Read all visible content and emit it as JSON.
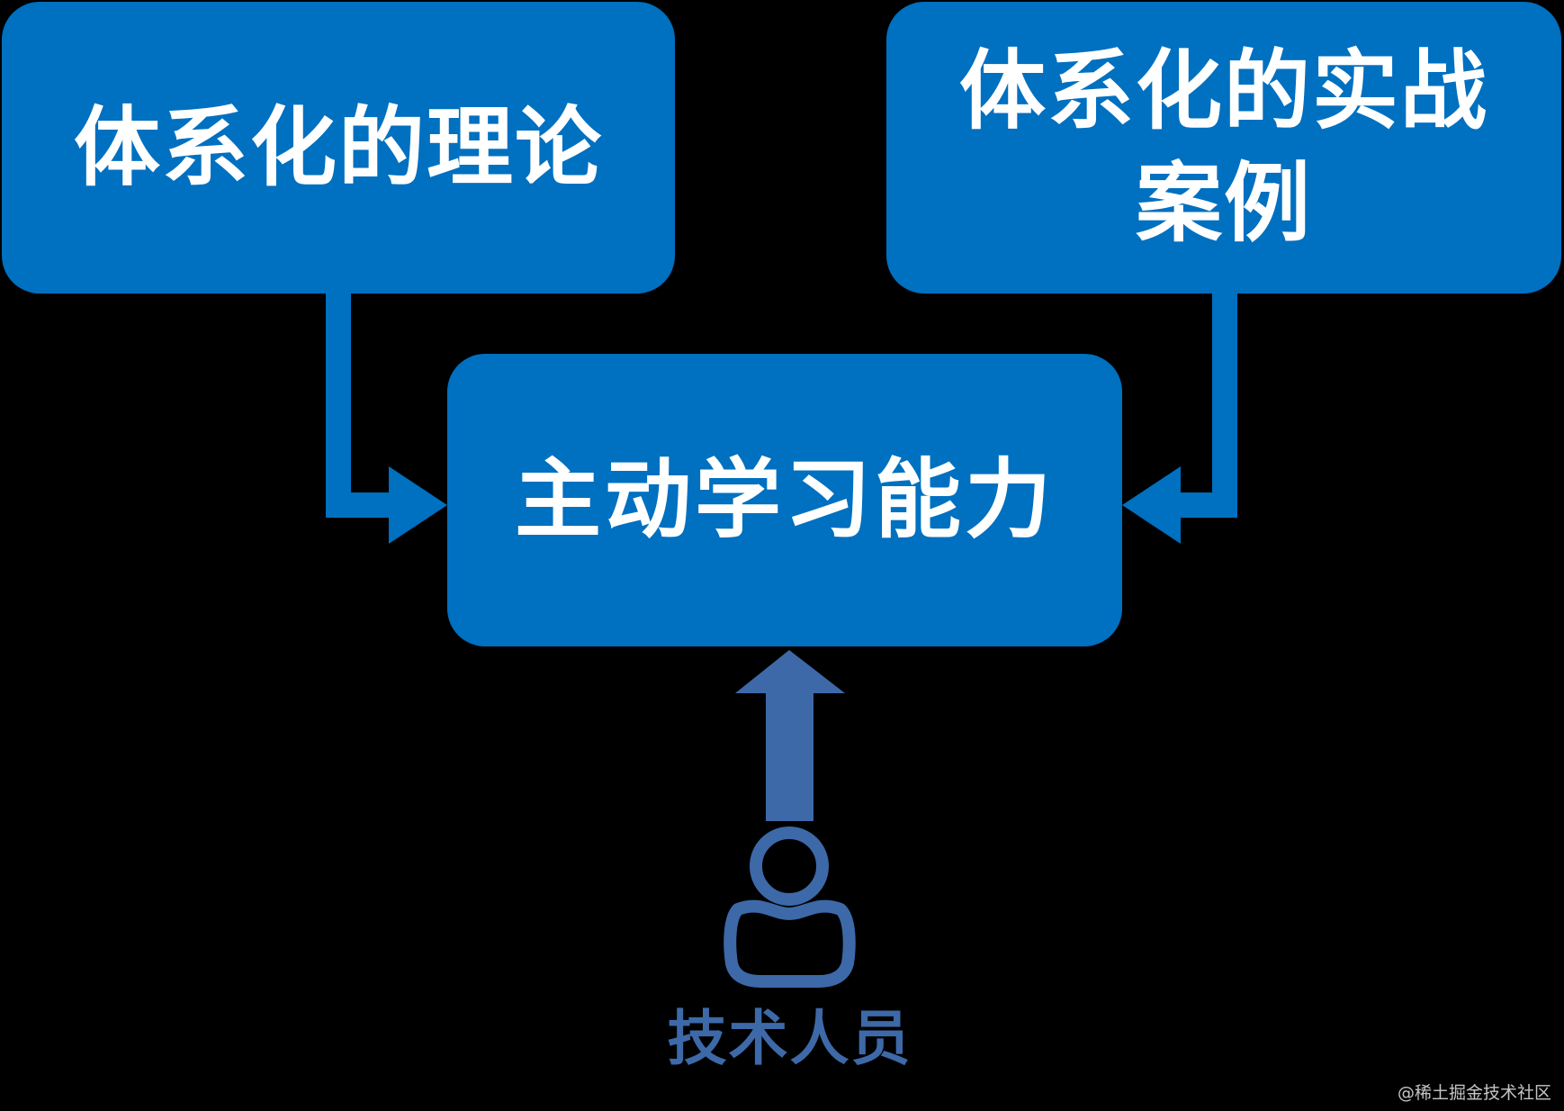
{
  "diagram": {
    "nodes": [
      {
        "id": "theory",
        "label": "体系化的理论"
      },
      {
        "id": "cases",
        "label_line1": "体系化的实战",
        "label_line2": "案例"
      },
      {
        "id": "center",
        "label": "主动学习能力"
      }
    ],
    "actor": {
      "icon": "person-icon",
      "label": "技术人员"
    },
    "edges": [
      {
        "from": "theory",
        "to": "center"
      },
      {
        "from": "cases",
        "to": "center"
      },
      {
        "from": "actor",
        "to": "center"
      }
    ],
    "colors": {
      "box": "#0070c0",
      "arrow_box": "#0070c0",
      "actor": "#3d69a8",
      "text": "#ffffff",
      "background": "#000000"
    }
  },
  "watermark": "@稀土掘金技术社区"
}
